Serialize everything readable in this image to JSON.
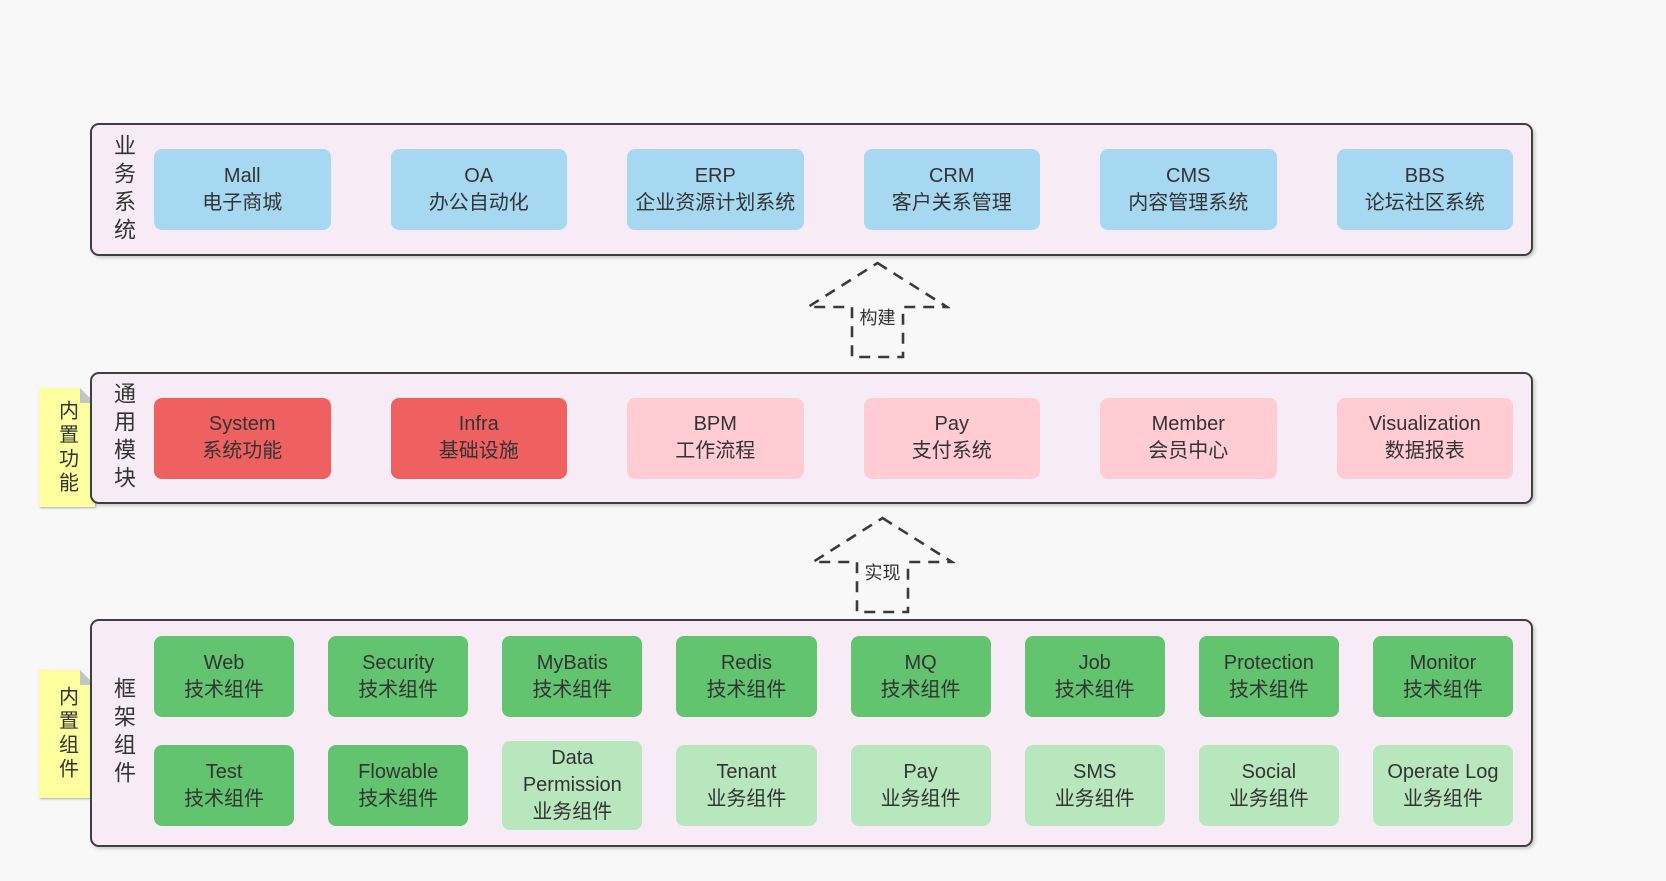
{
  "sections": {
    "business": {
      "title": "业务系统",
      "boxes": [
        {
          "name": "Mall",
          "desc": "电子商城",
          "variant": "blue"
        },
        {
          "name": "OA",
          "desc": "办公自动化",
          "variant": "blue"
        },
        {
          "name": "ERP",
          "desc": "企业资源计划系统",
          "variant": "blue"
        },
        {
          "name": "CRM",
          "desc": "客户关系管理",
          "variant": "blue"
        },
        {
          "name": "CMS",
          "desc": "内容管理系统",
          "variant": "blue"
        },
        {
          "name": "BBS",
          "desc": "论坛社区系统",
          "variant": "blue"
        }
      ]
    },
    "modules": {
      "title": "通用模块",
      "sticky": "内置功能",
      "boxes": [
        {
          "name": "System",
          "desc": "系统功能",
          "variant": "red"
        },
        {
          "name": "Infra",
          "desc": "基础设施",
          "variant": "red"
        },
        {
          "name": "BPM",
          "desc": "工作流程",
          "variant": "pink"
        },
        {
          "name": "Pay",
          "desc": "支付系统",
          "variant": "pink"
        },
        {
          "name": "Member",
          "desc": "会员中心",
          "variant": "pink"
        },
        {
          "name": "Visualization",
          "desc": "数据报表",
          "variant": "pink"
        }
      ]
    },
    "components": {
      "title": "框架组件",
      "sticky": "内置组件",
      "rows": [
        [
          {
            "name": "Web",
            "desc": "技术组件",
            "variant": "green"
          },
          {
            "name": "Security",
            "desc": "技术组件",
            "variant": "green"
          },
          {
            "name": "MyBatis",
            "desc": "技术组件",
            "variant": "green"
          },
          {
            "name": "Redis",
            "desc": "技术组件",
            "variant": "green"
          },
          {
            "name": "MQ",
            "desc": "技术组件",
            "variant": "green"
          },
          {
            "name": "Job",
            "desc": "技术组件",
            "variant": "green"
          },
          {
            "name": "Protection",
            "desc": "技术组件",
            "variant": "green"
          },
          {
            "name": "Monitor",
            "desc": "技术组件",
            "variant": "green"
          }
        ],
        [
          {
            "name": "Test",
            "desc": "技术组件",
            "variant": "green"
          },
          {
            "name": "Flowable",
            "desc": "技术组件",
            "variant": "green"
          },
          {
            "name": "Data Permission",
            "desc": "业务组件",
            "variant": "lightgreen"
          },
          {
            "name": "Tenant",
            "desc": "业务组件",
            "variant": "lightgreen"
          },
          {
            "name": "Pay",
            "desc": "业务组件",
            "variant": "lightgreen"
          },
          {
            "name": "SMS",
            "desc": "业务组件",
            "variant": "lightgreen"
          },
          {
            "name": "Social",
            "desc": "业务组件",
            "variant": "lightgreen"
          },
          {
            "name": "Operate Log",
            "desc": "业务组件",
            "variant": "lightgreen"
          }
        ]
      ]
    }
  },
  "arrows": [
    {
      "label": "构建"
    },
    {
      "label": "实现"
    }
  ],
  "colors": {
    "background": "#f8f8f8",
    "panel_fill": "#f7ecf5",
    "panel_border": "#3f3f3f",
    "blue": "#a7d8f2",
    "red": "#ef6161",
    "pink": "#ffccd4",
    "green": "#62c46e",
    "lightgreen": "#b9e7bd",
    "sticky_yellow": "#feff9e",
    "text": "#333333"
  }
}
